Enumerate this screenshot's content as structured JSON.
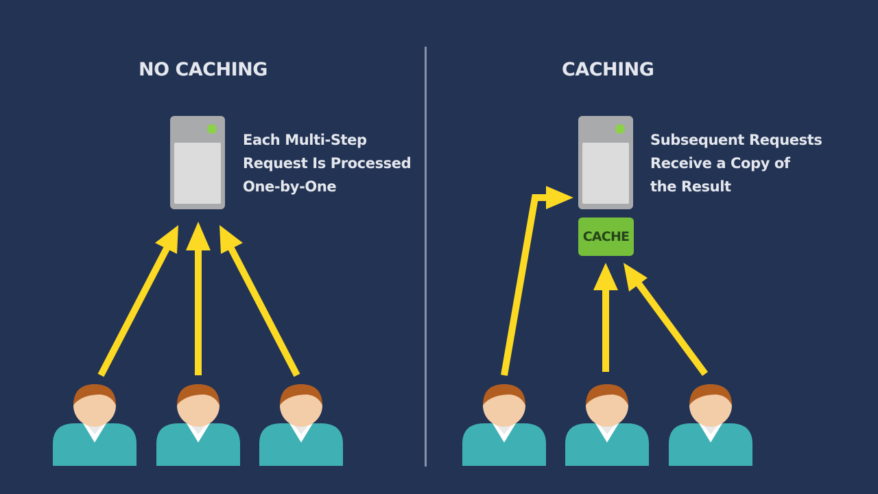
{
  "no_caching": {
    "heading": "NO CACHING",
    "caption": [
      "Each Multi-Step",
      "Request Is Processed",
      "One-by-One"
    ],
    "user_count": 3
  },
  "caching": {
    "heading": "CACHING",
    "caption": [
      "Subsequent Requests",
      "Receive a Copy of",
      "the Result"
    ],
    "cache_label": "CACHE",
    "user_count": 3
  },
  "icons": [
    "server-icon",
    "cache-icon",
    "user-icon",
    "arrow-icon"
  ],
  "colors": {
    "background": "#233354",
    "arrow": "#fcd923",
    "cache": "#76bf3a",
    "server_led": "#8cd14a",
    "user_shirt": "#3fb1b4",
    "user_hair": "#b25e21",
    "user_skin": "#f2cda8"
  }
}
